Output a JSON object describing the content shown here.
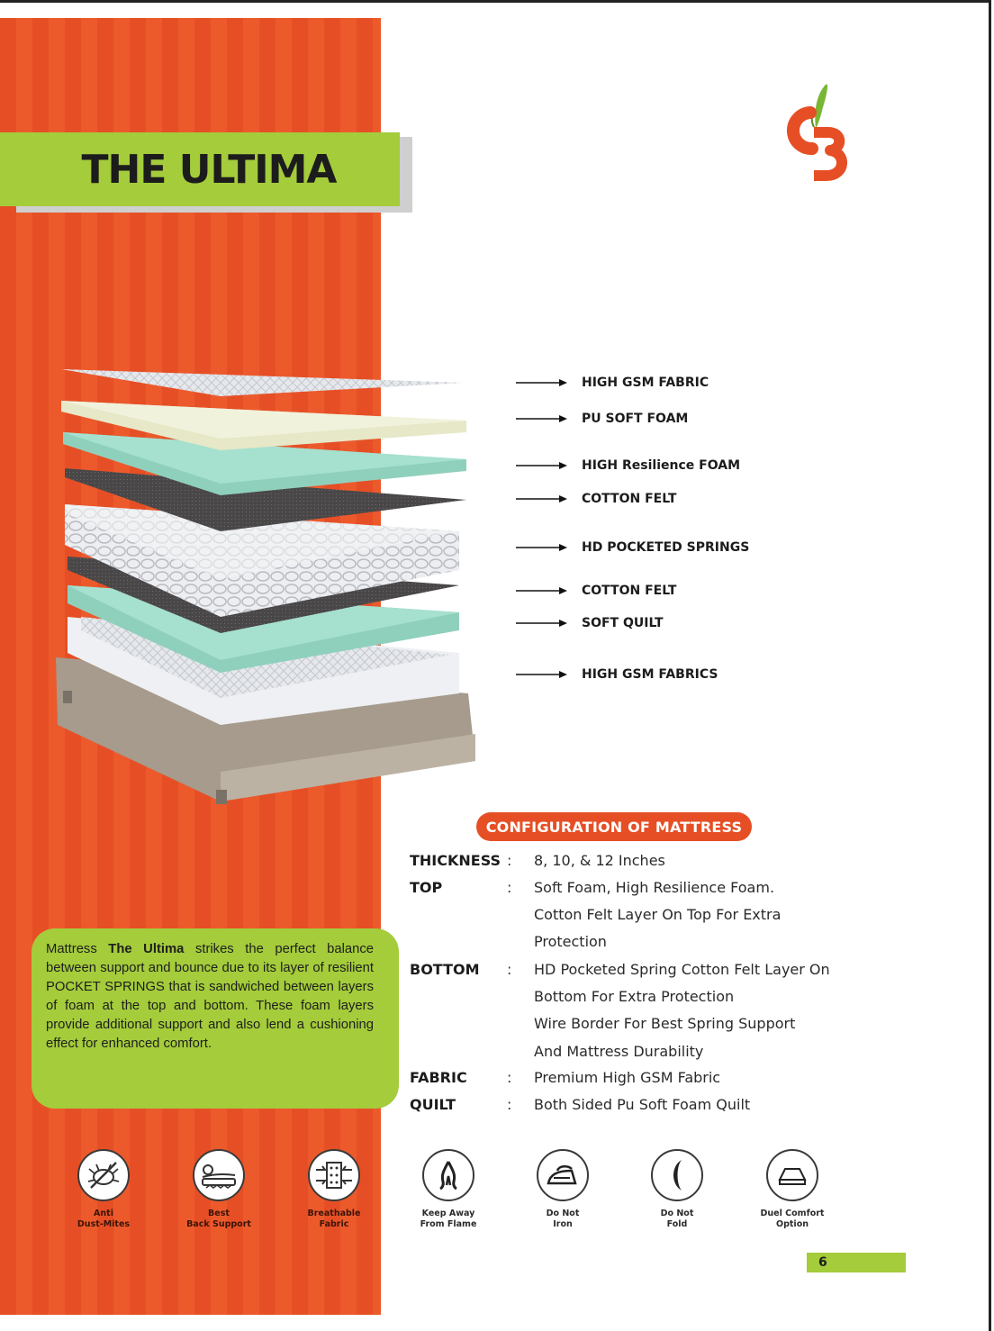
{
  "title": "THE ULTIMA",
  "logo_icon": "cb-leaf-logo-icon",
  "colors": {
    "accent_red": "#e64f25",
    "accent_green": "#a4cc3b",
    "text_dark": "#1c1c1c"
  },
  "layers": [
    "HIGH GSM FABRIC",
    "PU SOFT FOAM",
    "HIGH Resilience FOAM",
    "COTTON FELT",
    "HD POCKETED SPRINGS",
    "COTTON FELT",
    "SOFT QUILT",
    "HIGH GSM FABRICS"
  ],
  "configuration_heading": "CONFIGURATION OF MATTRESS",
  "specs": [
    {
      "label": "THICKNESS",
      "colon": ":",
      "lines": [
        "8, 10, & 12  Inches"
      ]
    },
    {
      "label": "TOP",
      "colon": ":",
      "lines": [
        "Soft  Foam, High Resilience Foam.",
        "Cotton Felt Layer On Top For Extra",
        "Protection"
      ]
    },
    {
      "label": "BOTTOM",
      "colon": ":",
      "lines": [
        "HD Pocketed  Spring Cotton Felt Layer On",
        "Bottom For Extra Protection",
        "Wire Border For Best Spring Support",
        "And Mattress Durability"
      ]
    },
    {
      "label": "FABRIC",
      "colon": ":",
      "lines": [
        "Premium High GSM Fabric"
      ]
    },
    {
      "label": "QUILT",
      "colon": ":",
      "lines": [
        "Both Sided Pu Soft Foam Quilt"
      ]
    }
  ],
  "description": {
    "prefix": "Mattress ",
    "product": "The Ultima",
    "body": " strikes the perfect balance between support and bounce due to its layer of resilient POCKET SPRINGS that is sandwiched between layers of foam at the top and bottom. These foam layers provide additional support and also lend a cushioning effect for enhanced comfort."
  },
  "features": [
    {
      "label": "Anti\nDust-Mites",
      "icon": "anti-dust-mites-icon"
    },
    {
      "label": "Best\nBack Support",
      "icon": "back-support-icon"
    },
    {
      "label": "Breathable\nFabric",
      "icon": "breathable-fabric-icon"
    },
    {
      "label": "Keep Away\nFrom Flame",
      "icon": "flame-icon"
    },
    {
      "label": "Do Not\nIron",
      "icon": "iron-icon"
    },
    {
      "label": "Do Not\nFold",
      "icon": "fold-icon"
    },
    {
      "label": "Duel Comfort\nOption",
      "icon": "dual-comfort-icon"
    }
  ],
  "page_number": "6"
}
